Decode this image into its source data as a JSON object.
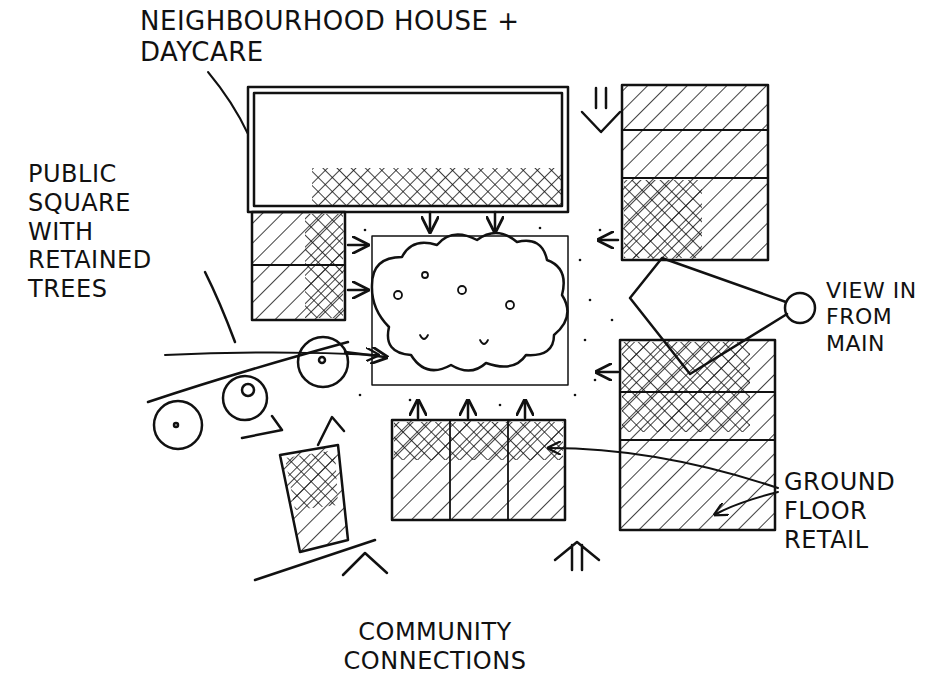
{
  "diagram": {
    "labels": [
      "NEIGHBOURHOOD HOUSE + DAYCARE",
      "PUBLIC SQUARE WITH RETAINED TREES",
      "VIEW IN FROM MAIN",
      "GROUND FLOOR RETAIL",
      "COMMUNITY CONNECTIONS"
    ]
  }
}
